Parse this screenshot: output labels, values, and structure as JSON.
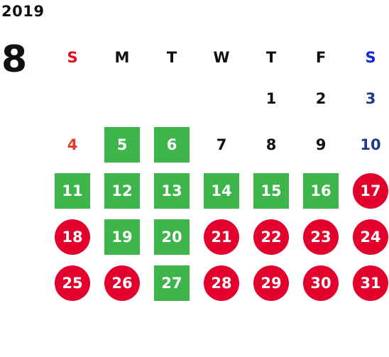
{
  "year": "2019",
  "month": "8",
  "weekdays": [
    {
      "label": "S",
      "type": "sun"
    },
    {
      "label": "M",
      "type": "normal"
    },
    {
      "label": "T",
      "type": "normal"
    },
    {
      "label": "W",
      "type": "normal"
    },
    {
      "label": "T",
      "type": "normal"
    },
    {
      "label": "F",
      "type": "normal"
    },
    {
      "label": "S",
      "type": "sat"
    }
  ],
  "colors": {
    "sunday_header": "#e0101e",
    "saturday_header": "#1226d8",
    "sunday_plain": "#e03a2a",
    "saturday_plain": "#1a3a8c",
    "green_box": "#3db54a",
    "red_circle": "#e3002c"
  },
  "weeks": [
    [
      {
        "day": "",
        "style": "empty"
      },
      {
        "day": "",
        "style": "empty"
      },
      {
        "day": "",
        "style": "empty"
      },
      {
        "day": "",
        "style": "empty"
      },
      {
        "day": "1",
        "style": "normal"
      },
      {
        "day": "2",
        "style": "normal"
      },
      {
        "day": "3",
        "style": "sat"
      }
    ],
    [
      {
        "day": "4",
        "style": "sun"
      },
      {
        "day": "5",
        "style": "green"
      },
      {
        "day": "6",
        "style": "green"
      },
      {
        "day": "7",
        "style": "normal"
      },
      {
        "day": "8",
        "style": "normal"
      },
      {
        "day": "9",
        "style": "normal"
      },
      {
        "day": "10",
        "style": "sat"
      }
    ],
    [
      {
        "day": "11",
        "style": "green"
      },
      {
        "day": "12",
        "style": "green"
      },
      {
        "day": "13",
        "style": "green"
      },
      {
        "day": "14",
        "style": "green"
      },
      {
        "day": "15",
        "style": "green"
      },
      {
        "day": "16",
        "style": "green"
      },
      {
        "day": "17",
        "style": "red"
      }
    ],
    [
      {
        "day": "18",
        "style": "red"
      },
      {
        "day": "19",
        "style": "green"
      },
      {
        "day": "20",
        "style": "green"
      },
      {
        "day": "21",
        "style": "red"
      },
      {
        "day": "22",
        "style": "red"
      },
      {
        "day": "23",
        "style": "red"
      },
      {
        "day": "24",
        "style": "red"
      }
    ],
    [
      {
        "day": "25",
        "style": "red"
      },
      {
        "day": "26",
        "style": "red"
      },
      {
        "day": "27",
        "style": "green"
      },
      {
        "day": "28",
        "style": "red"
      },
      {
        "day": "29",
        "style": "red"
      },
      {
        "day": "30",
        "style": "red"
      },
      {
        "day": "31",
        "style": "red"
      }
    ]
  ]
}
